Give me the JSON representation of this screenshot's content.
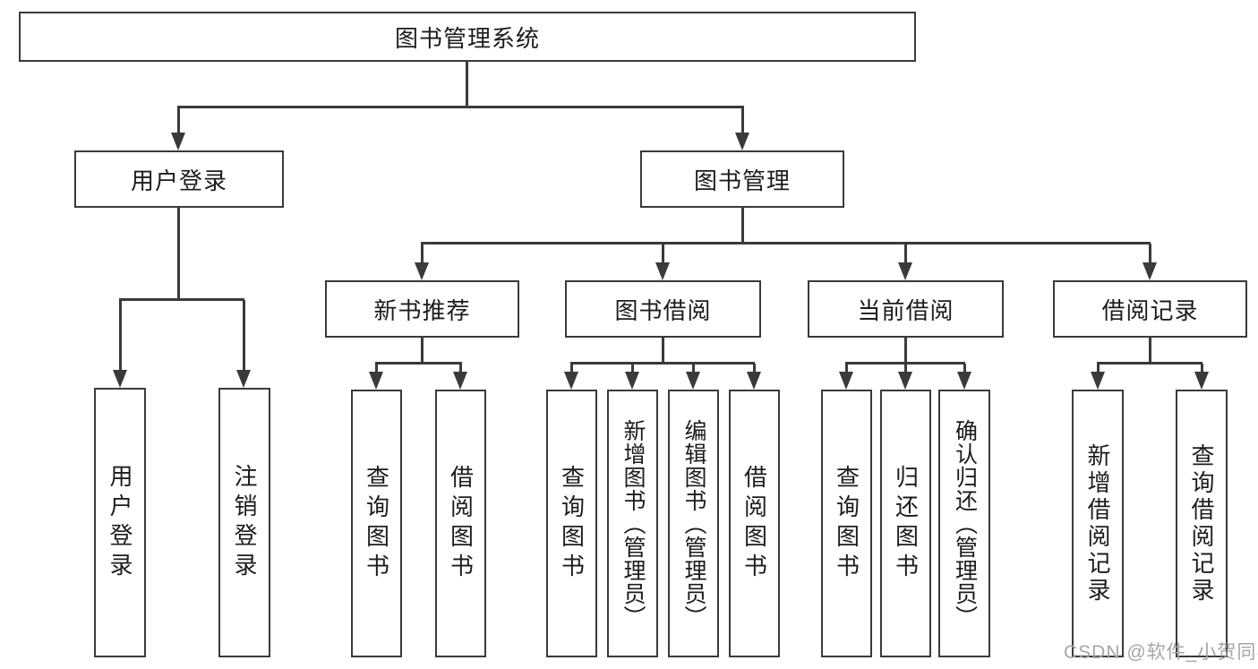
{
  "tree": {
    "label": "图书管理系统",
    "children": [
      {
        "label": "用户登录",
        "children": [
          {
            "label": "用户登录"
          },
          {
            "label": "注销登录"
          }
        ]
      },
      {
        "label": "图书管理",
        "children": [
          {
            "label": "新书推荐",
            "children": [
              {
                "label": "查询图书"
              },
              {
                "label": "借阅图书"
              }
            ]
          },
          {
            "label": "图书借阅",
            "children": [
              {
                "label": "查询图书"
              },
              {
                "label": "新增图书（管理员）"
              },
              {
                "label": "编辑图书（管理员）"
              },
              {
                "label": "借阅图书"
              }
            ]
          },
          {
            "label": "当前借阅",
            "children": [
              {
                "label": "查询图书"
              },
              {
                "label": "归还图书"
              },
              {
                "label": "确认归还（管理员）"
              }
            ]
          },
          {
            "label": "借阅记录",
            "children": [
              {
                "label": "新增借阅记录"
              },
              {
                "label": "查询借阅记录"
              }
            ]
          }
        ]
      }
    ]
  },
  "watermark": {
    "text": "CSDN @软件_小贺同学"
  },
  "colors": {
    "line": "#3a3a3a",
    "text": "#1c1c1c",
    "watermark": "#a6a6a6",
    "background": "#ffffff"
  }
}
